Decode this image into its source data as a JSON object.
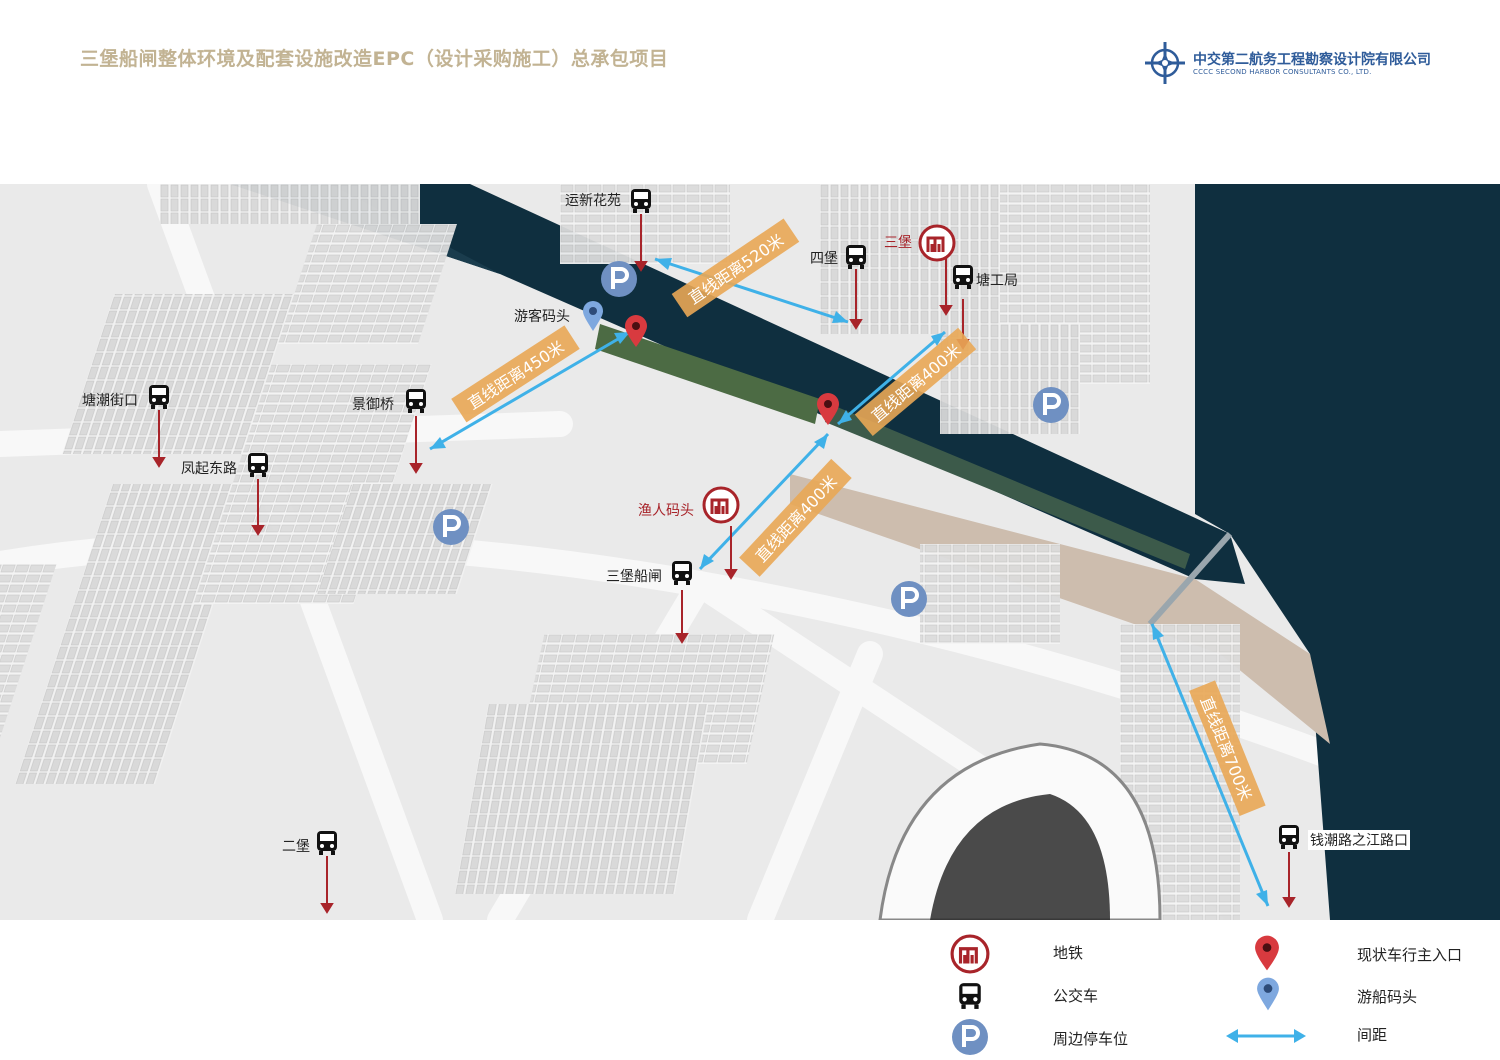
{
  "header": {
    "title": "三堡船闸整体环境及配套设施改造EPC（设计采购施工）总承包项目",
    "company_cn": "中交第二航务工程勘察设计院有限公司",
    "company_en": "CCCC SECOND HARBOR CONSULTANTS CO., LTD."
  },
  "map": {
    "bus_stops": [
      "运新花苑",
      "四堡",
      "塘工局",
      "塘潮街口",
      "景御桥",
      "凤起东路",
      "三堡船闸",
      "二堡",
      "钱潮路之江路口"
    ],
    "metro_stations": [
      "三堡",
      "渔人码头"
    ],
    "pier": "游客码头",
    "distances": [
      "直线距离520米",
      "直线距离450米",
      "直线距离400米",
      "直线距离400米",
      "直线距离700米"
    ]
  },
  "legend": {
    "metro": "地铁",
    "bus": "公交车",
    "parking": "周边停车位",
    "main_entrance": "现状车行主入口",
    "cruise_pier": "游船码头",
    "distance": "间距"
  },
  "colors": {
    "water": "#0f2f3f",
    "arrow_red": "#a8242a",
    "distance_blue": "#3fb1e8",
    "parking_blue": "#6f90c2",
    "pin_red": "#d83a3f",
    "pin_blue": "#7ea8df",
    "label_orange": "#e9a755"
  }
}
